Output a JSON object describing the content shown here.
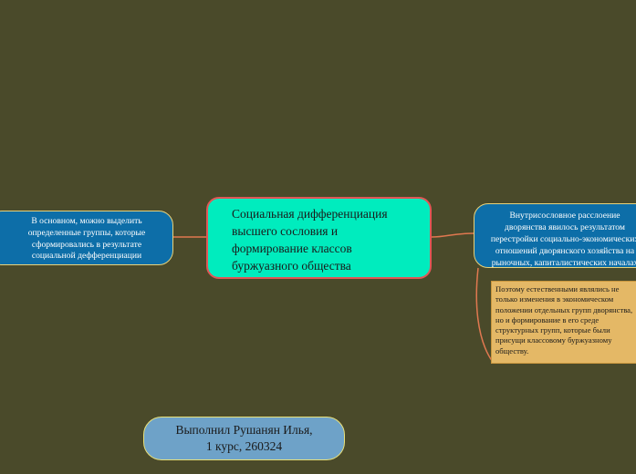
{
  "central": {
    "lines": [
      "Социальная дифференциация",
      "высшего сословия и",
      "формирование классов",
      "буржуазного общества"
    ]
  },
  "left_node": {
    "lines": [
      "В основном, можно выделить",
      "определенные группы, которые",
      "сформировались в результате",
      "социальной дефференциации"
    ]
  },
  "right_node": {
    "lines": [
      "Внутрисословное расслоение",
      "дворянства явилось результатом",
      "перестройки социально-экономических",
      "отношений дворянского хозяйства на",
      "рыночных, капиталистических началах"
    ]
  },
  "sub_node": {
    "lines": [
      "Поэтому естественными являлись не",
      "только изменения в экономическом",
      "положении отдельных групп дворянства,",
      "но и формирование в его среде",
      "структурных групп, которые были",
      "присущи классовому буржуазному",
      "обществу."
    ]
  },
  "author_node": {
    "lines": [
      "Выполнил Рушанян Илья,",
      "1 курс, 260324"
    ]
  },
  "colors": {
    "background": "#4a4a2a",
    "central_fill": "#00ecbe",
    "central_border": "#e05656",
    "topic_fill": "#0d6ea8",
    "subtopic_fill": "#e4b866",
    "author_fill": "#6ea2c8",
    "connector": "#e07850"
  }
}
